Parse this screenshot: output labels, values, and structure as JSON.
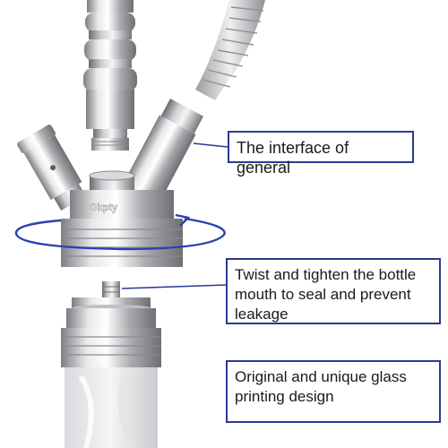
{
  "brand": {
    "logo_text": "Okpty"
  },
  "callouts": [
    {
      "text": "The interface of general"
    },
    {
      "text": "Twist and tighten the bottle mouth to seal and prevent leakage"
    },
    {
      "text": "Original and unique glass printing design"
    }
  ],
  "colors": {
    "frame": "#2b3a8f",
    "arrow": "#2c3fb0",
    "metal_light": "#e9e9ea",
    "metal_dark": "#8a8b8f"
  },
  "icons": [
    "rotation-arrow-icon"
  ]
}
